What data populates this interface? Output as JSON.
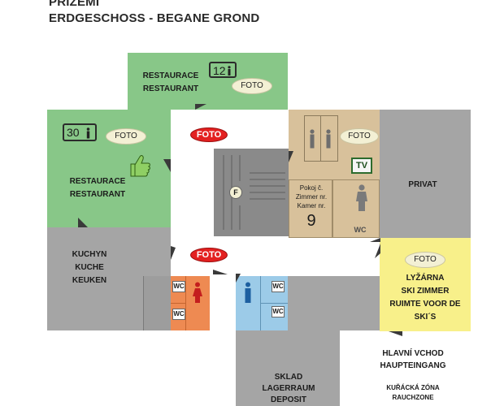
{
  "titles": {
    "line1": "PŘÍZEMÍ",
    "line2": "ERDGESCHOSS  -  BEGANE GROND"
  },
  "rooms": {
    "restaurant_top": {
      "line1": "RESTAURACE",
      "line2": "RESTAURANT",
      "capacity": "12"
    },
    "restaurant_left": {
      "line1": "RESTAURACE",
      "line2": "RESTAURANT",
      "capacity": "30"
    },
    "kitchen": {
      "line1": "KUCHYN",
      "line2": "KUCHE",
      "line3": "KEUKEN"
    },
    "room_9": {
      "line1": "Pokoj č.",
      "line2": "Zimmer nr.",
      "line3": "Kamer nr.",
      "number": "9"
    },
    "private": {
      "label": "PRIVAT"
    },
    "ski_room": {
      "line1": "LYŽÁRNA",
      "line2": "SKI ZIMMER",
      "line3": "RUIMTE VOOR DE",
      "line4": "SKI´S"
    },
    "storage": {
      "line1": "SKLAD",
      "line2": "LAGERRAUM",
      "line3": "DEPOSIT"
    },
    "entrance": {
      "line1": "HLAVNÍ  VCHOD",
      "line2": "HAUPTEINGANG"
    },
    "smoking": {
      "line1": "KUŘÁCKÁ ZÓNA",
      "line2": "RAUCHZONE"
    }
  },
  "markers": {
    "foto": "FOTO",
    "wc": "WC",
    "tv": "TV",
    "f": "F"
  },
  "colors": {
    "restaurant": "#88c788",
    "service": "#a5a5a5",
    "room": "#d8c19b",
    "ski_room": "#f8f08a",
    "wc_women": "#ee8a52",
    "wc_men": "#9ccbe8",
    "foto_highlight": "#e32020"
  }
}
